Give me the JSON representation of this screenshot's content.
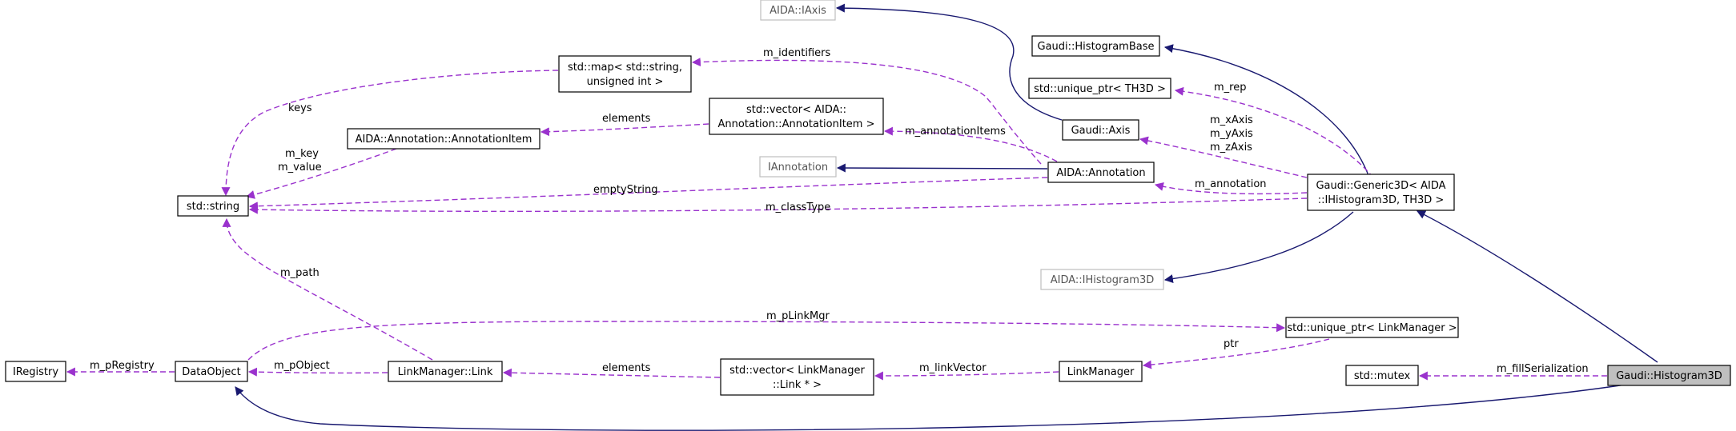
{
  "nodes": {
    "histogram3d": "Gaudi::Histogram3D",
    "generic3d_line1": "Gaudi::Generic3D< AIDA",
    "generic3d_line2": "::IHistogram3D, TH3D >",
    "histogram_base": "Gaudi::HistogramBase",
    "unique_ptr_th3d": "std::unique_ptr< TH3D >",
    "aida_iaxis": "AIDA::IAxis",
    "gaudi_axis": "Gaudi::Axis",
    "aida_annotation": "AIDA::Annotation",
    "iannotation": "IAnnotation",
    "aida_ihistogram3d": "AIDA::IHistogram3D",
    "std_map_line1": "std::map< std::string,",
    "std_map_line2": "unsigned int >",
    "std_vector_annot_line1": "std::vector< AIDA::",
    "std_vector_annot_line2": "Annotation::AnnotationItem >",
    "annotation_item": "AIDA::Annotation::AnnotationItem",
    "std_string": "std::string",
    "unique_ptr_linkmgr": "std::unique_ptr< LinkManager >",
    "link_manager": "LinkManager",
    "std_vector_link_line1": "std::vector< LinkManager",
    "std_vector_link_line2": "::Link * >",
    "link_manager_link": "LinkManager::Link",
    "data_object": "DataObject",
    "iregistry": "IRegistry",
    "std_mutex": "std::mutex"
  },
  "edge_labels": {
    "m_rep": "m_rep",
    "m_xAxis": "m_xAxis",
    "m_yAxis": "m_yAxis",
    "m_zAxis": "m_zAxis",
    "m_annotation": "m_annotation",
    "m_classType": "m_classType",
    "m_identifiers": "m_identifiers",
    "m_annotationItems": "m_annotationItems",
    "emptyString": "emptyString",
    "elements_annot": "elements",
    "keys": "keys",
    "m_key": "m_key",
    "m_value": "m_value",
    "m_path": "m_path",
    "m_pLinkMgr": "m_pLinkMgr",
    "ptr": "ptr",
    "m_linkVector": "m_linkVector",
    "elements_link": "elements",
    "m_pObject": "m_pObject",
    "m_pRegistry": "m_pRegistry",
    "m_fillSerialization": "m_fillSerialization"
  },
  "colors": {
    "inheritance": "#191970",
    "usage": "#9a32cd",
    "focus_fill": "#bfbfbf",
    "external_border": "#bfbfbf"
  }
}
